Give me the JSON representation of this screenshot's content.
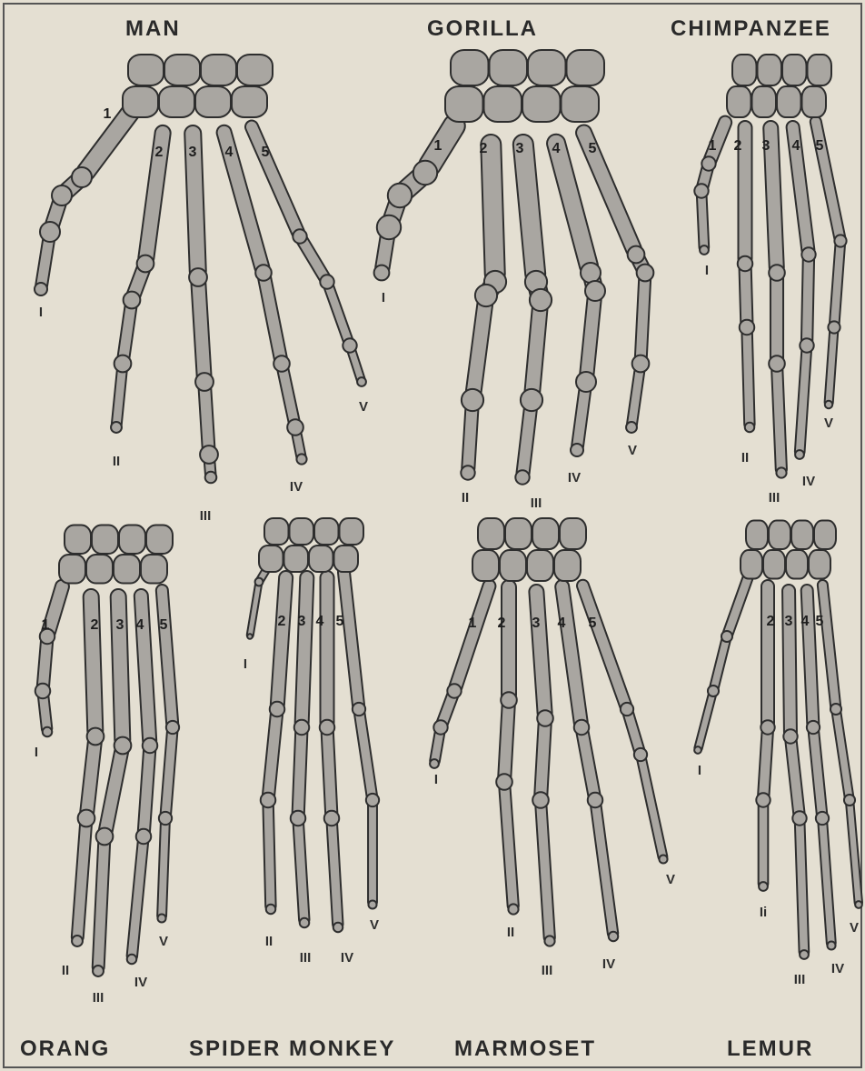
{
  "hands": [
    {
      "key": "man",
      "title": "MAN",
      "digit_numbers": [
        "1",
        "2",
        "3",
        "4",
        "5"
      ],
      "digit_labels": [
        "I",
        "II",
        "III",
        "IV",
        "V"
      ]
    },
    {
      "key": "gorilla",
      "title": "GORILLA",
      "digit_numbers": [
        "1",
        "2",
        "3",
        "4",
        "5"
      ],
      "digit_labels": [
        "I",
        "II",
        "III",
        "IV",
        "V"
      ]
    },
    {
      "key": "chimpanzee",
      "title": "CHIMPANZEE",
      "digit_numbers": [
        "1",
        "2",
        "3",
        "4",
        "5"
      ],
      "digit_labels": [
        "I",
        "II",
        "III",
        "IV",
        "V"
      ]
    },
    {
      "key": "orang",
      "title": "ORANG",
      "digit_numbers": [
        "1",
        "2",
        "3",
        "4",
        "5"
      ],
      "digit_labels": [
        "I",
        "II",
        "III",
        "IV",
        "V"
      ]
    },
    {
      "key": "spider-monkey",
      "title": "SPIDER MONKEY",
      "digit_numbers": [
        "2",
        "3",
        "4",
        "5"
      ],
      "digit_labels": [
        "I",
        "II",
        "III",
        "IV",
        "V"
      ]
    },
    {
      "key": "marmoset",
      "title": "MARMOSET",
      "digit_numbers": [
        "1",
        "2",
        "3",
        "4",
        "5"
      ],
      "digit_labels": [
        "I",
        "II",
        "III",
        "IV",
        "V"
      ]
    },
    {
      "key": "lemur",
      "title": "LEMUR",
      "digit_numbers": [
        "2",
        "3",
        "4",
        "5"
      ],
      "digit_labels": [
        "I",
        "Ii",
        "III",
        "IV",
        "V"
      ]
    }
  ],
  "colors": {
    "bone": "#a9a6a1",
    "paper": "#e4dfd2",
    "ink": "#2e2e2e"
  }
}
